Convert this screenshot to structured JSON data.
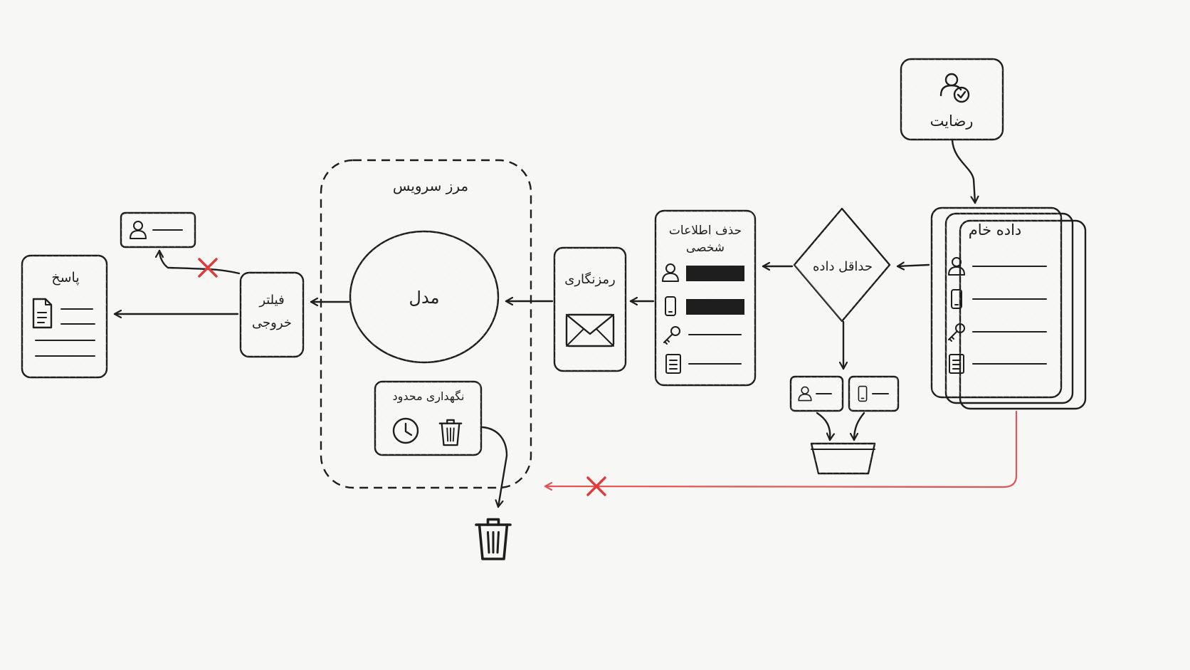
{
  "nodes": {
    "consent": {
      "label": "رضایت",
      "icon": "user-check-icon"
    },
    "raw_data": {
      "label": "داده خام",
      "icons": [
        "user-icon",
        "phone-icon",
        "key-icon",
        "document-icon"
      ]
    },
    "minimize": {
      "label": "حداقل داده"
    },
    "pii_removal": {
      "line1": "حذف اطلاعات",
      "line2": "شخصی",
      "icons": [
        "user-icon",
        "phone-icon",
        "key-icon",
        "document-icon"
      ]
    },
    "encryption": {
      "label": "رمزنگاری",
      "icon": "envelope-icon"
    },
    "service_boundary": {
      "label": "مرز سرویس"
    },
    "model": {
      "label": "مدل"
    },
    "retention": {
      "label": "نگهداری محدود",
      "icons": [
        "clock-icon",
        "trash-icon"
      ]
    },
    "output_filter": {
      "line1": "فیلتر",
      "line2": "خروجی"
    },
    "response": {
      "label": "پاسخ",
      "icon": "document-icon"
    }
  },
  "icons": {
    "discarded_fields": [
      "user-icon",
      "phone-icon"
    ],
    "bin": "basket-icon",
    "deletion": "trash-icon",
    "blocked_pii": "user-icon",
    "blocked_marker": "x-mark-icon"
  },
  "colors": {
    "yellow": "#fbeea4",
    "blue": "#c7e2fb",
    "green": "#c8efc2",
    "purple": "#dccdf6",
    "red": "#f7c6c8",
    "blocked_line": "#e05555",
    "ink": "#1e1e1e"
  }
}
